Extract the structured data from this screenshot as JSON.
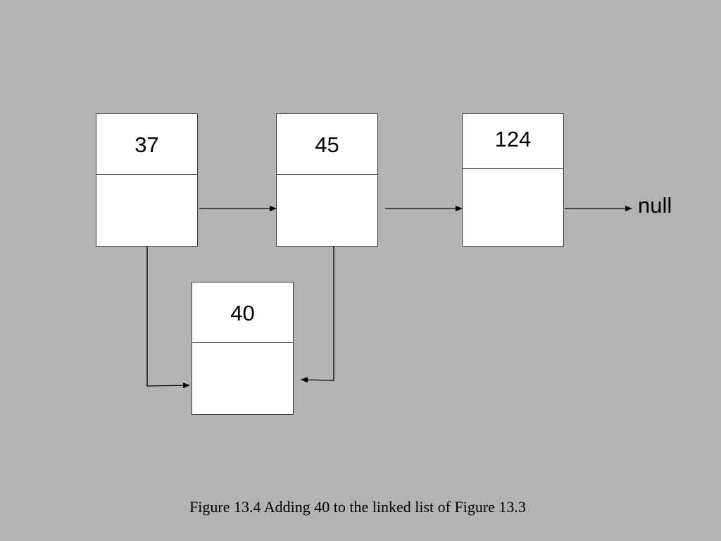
{
  "diagram": {
    "nodes": [
      {
        "id": "node-37",
        "value": "37"
      },
      {
        "id": "node-45",
        "value": "45"
      },
      {
        "id": "node-124",
        "value": "124"
      },
      {
        "id": "node-40",
        "value": "40"
      }
    ],
    "null_label": "null",
    "caption": "Figure 13.4 Adding 40 to the linked list of Figure 13.3"
  },
  "colors": {
    "background": "#b3b3b3",
    "node_fill": "#ffffff",
    "stroke": "#000000"
  }
}
